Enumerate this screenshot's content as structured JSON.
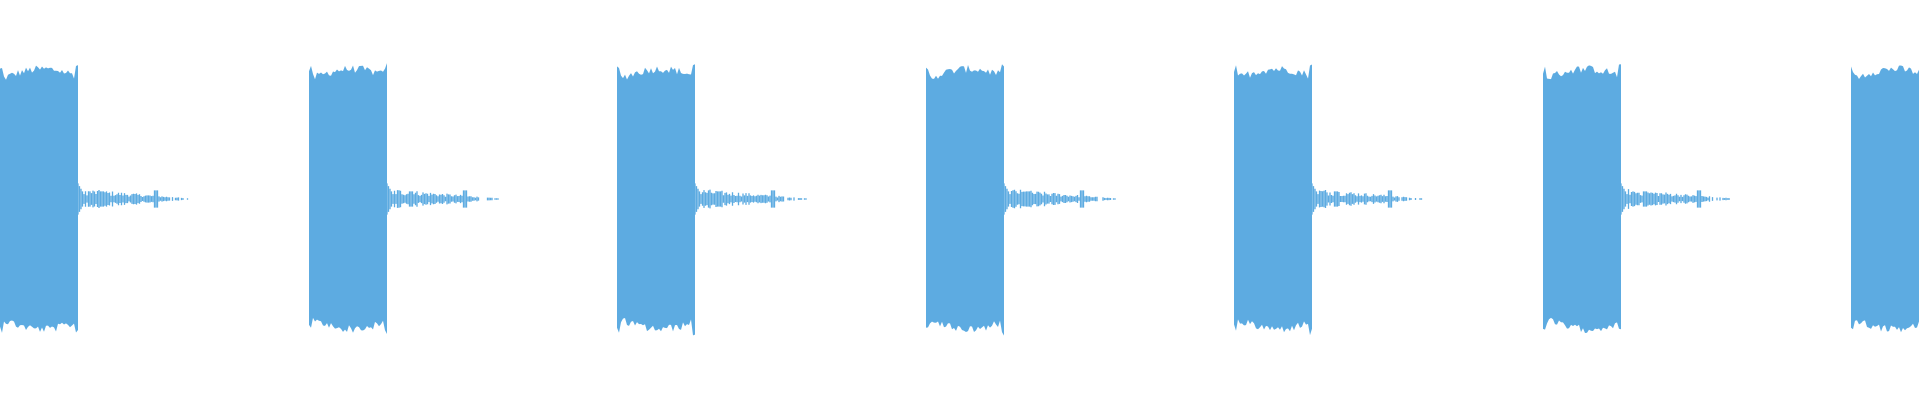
{
  "waveform": {
    "color": "#5dabe1",
    "background": "#ffffff",
    "burst_count": 7,
    "burst_amplitude": 0.65,
    "tail_amplitude": 0.04
  }
}
